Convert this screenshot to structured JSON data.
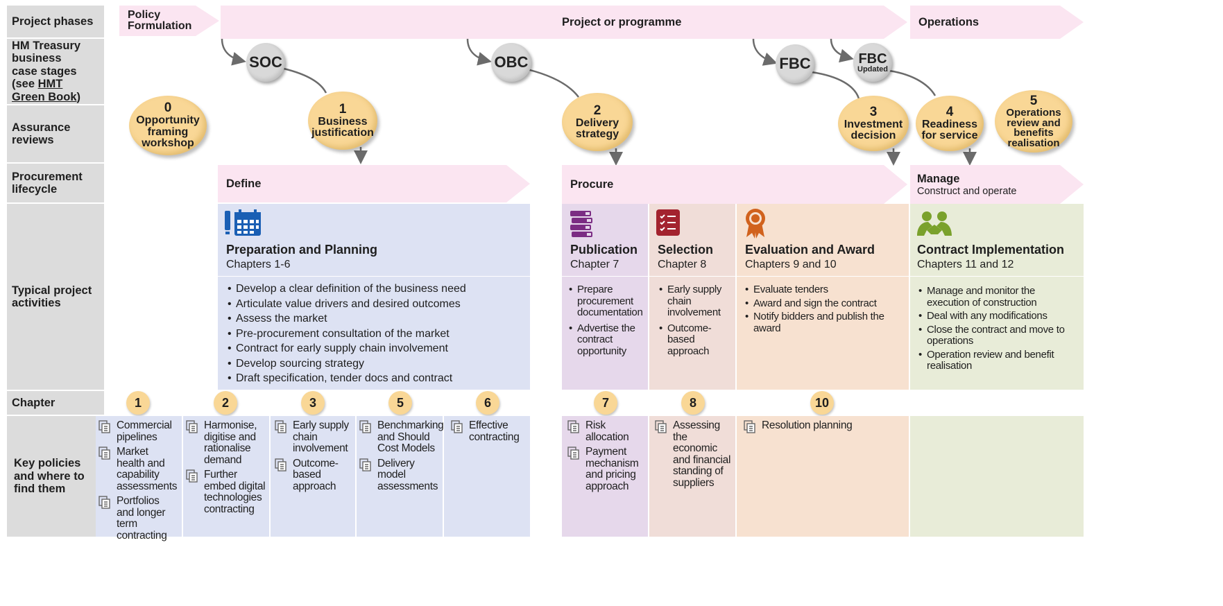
{
  "row_labels": {
    "project_phases": "Project phases",
    "hmt": [
      "HM Treasury",
      "business",
      "case stages",
      "(see ",
      "HMT",
      "Green Book",
      ")"
    ],
    "assurance": [
      "Assurance",
      "reviews"
    ],
    "procurement": [
      "Procurement",
      "lifecycle"
    ],
    "activities": [
      "Typical project",
      "activities"
    ],
    "chapter": "Chapter",
    "policies": [
      "Key policies",
      "and where to",
      "find them"
    ]
  },
  "phases": {
    "policy": [
      "Policy",
      "Formulation"
    ],
    "project": "Project or programme",
    "operations": "Operations"
  },
  "business_cases": [
    {
      "id": "soc",
      "label": "SOC",
      "sub": ""
    },
    {
      "id": "obc",
      "label": "OBC",
      "sub": ""
    },
    {
      "id": "fbc",
      "label": "FBC",
      "sub": ""
    },
    {
      "id": "fbc-updated",
      "label": "FBC",
      "sub": "Updated"
    }
  ],
  "reviews": [
    {
      "num": "0",
      "lines": [
        "Opportunity",
        "framing",
        "workshop"
      ]
    },
    {
      "num": "1",
      "lines": [
        "Business",
        "justification"
      ]
    },
    {
      "num": "2",
      "lines": [
        "Delivery",
        "strategy"
      ]
    },
    {
      "num": "3",
      "lines": [
        "Investment",
        "decision"
      ]
    },
    {
      "num": "4",
      "lines": [
        "Readiness",
        "for service"
      ]
    },
    {
      "num": "5",
      "lines": [
        "Operations",
        "review and",
        "benefits",
        "realisation"
      ]
    }
  ],
  "lifecycle": {
    "define": "Define",
    "procure": "Procure",
    "manage": "Manage",
    "manage_sub": "Construct and operate"
  },
  "activities": {
    "prep": {
      "title": "Preparation and Planning",
      "sub": "Chapters 1-6",
      "bullets": [
        "Develop a clear definition of the business need",
        "Articulate value drivers and desired outcomes",
        "Assess the market",
        "Pre-procurement consultation of the market",
        "Contract for early supply chain involvement",
        "Develop sourcing strategy",
        "Draft specification, tender docs and contract"
      ]
    },
    "publication": {
      "title": "Publication",
      "sub": "Chapter 7",
      "bullets": [
        "Prepare procurement documentation",
        "Advertise the contract opportunity"
      ]
    },
    "selection": {
      "title": "Selection",
      "sub": "Chapter 8",
      "bullets": [
        "Early supply chain involvement",
        "Outcome-based approach"
      ]
    },
    "evaluation": {
      "title": "Evaluation and Award",
      "sub": "Chapters 9 and 10",
      "bullets": [
        "Evaluate tenders",
        "Award and sign the contract",
        "Notify bidders and publish the award"
      ]
    },
    "contract": {
      "title": "Contract Implementation",
      "sub": "Chapters 11 and 12",
      "bullets": [
        "Manage and monitor the execution of construction",
        "Deal with any modifications",
        "Close the contract and move to operations",
        "Operation review and benefit realisation"
      ]
    }
  },
  "chapters": [
    "1",
    "2",
    "3",
    "5",
    "6",
    "7",
    "8",
    "10"
  ],
  "policies": {
    "c1": [
      [
        "Commercial",
        "pipelines"
      ],
      [
        "Market",
        "health and",
        "capability",
        "assessments"
      ],
      [
        "Portfolios",
        "and longer",
        "term",
        "contracting"
      ]
    ],
    "c2": [
      [
        "Harmonise,",
        "digitise and",
        "rationalise",
        "demand"
      ],
      [
        "Further",
        "embed digital",
        "technologies",
        "contracting"
      ]
    ],
    "c3": [
      [
        "Early supply",
        "chain",
        "involvement"
      ],
      [
        "Outcome-",
        "based",
        "approach"
      ]
    ],
    "c5": [
      [
        "Benchmarking",
        "and Should",
        "Cost Models"
      ],
      [
        "Delivery model",
        "assessments"
      ]
    ],
    "c6": [
      [
        "Effective",
        "contracting"
      ]
    ],
    "c7": [
      [
        "Risk",
        "allocation"
      ],
      [
        "Payment",
        "mechanism",
        "and pricing",
        "approach"
      ]
    ],
    "c8": [
      [
        "Assessing",
        "the",
        "economic",
        "and financial",
        "standing of",
        "suppliers"
      ]
    ],
    "c10": [
      [
        "Resolution planning"
      ]
    ]
  },
  "colors": {
    "row_label_bg": "#dcdcdc",
    "pink_band": "#fbe5f1",
    "define_panel": "#dde2f3",
    "publication_panel": "#e6d8eb",
    "selection_panel": "#f0ddd8",
    "evaluation_panel": "#f7e1d0",
    "contract_panel": "#e8ecd8",
    "gold": "#f9d796",
    "grey_circle": "#d9d9d9"
  },
  "icons": {
    "prep": "calendar-icon",
    "publication": "books-icon",
    "selection": "checklist-icon",
    "evaluation": "award-rosette-icon",
    "contract": "people-handshake-icon",
    "policy": "document-stack-icon"
  }
}
